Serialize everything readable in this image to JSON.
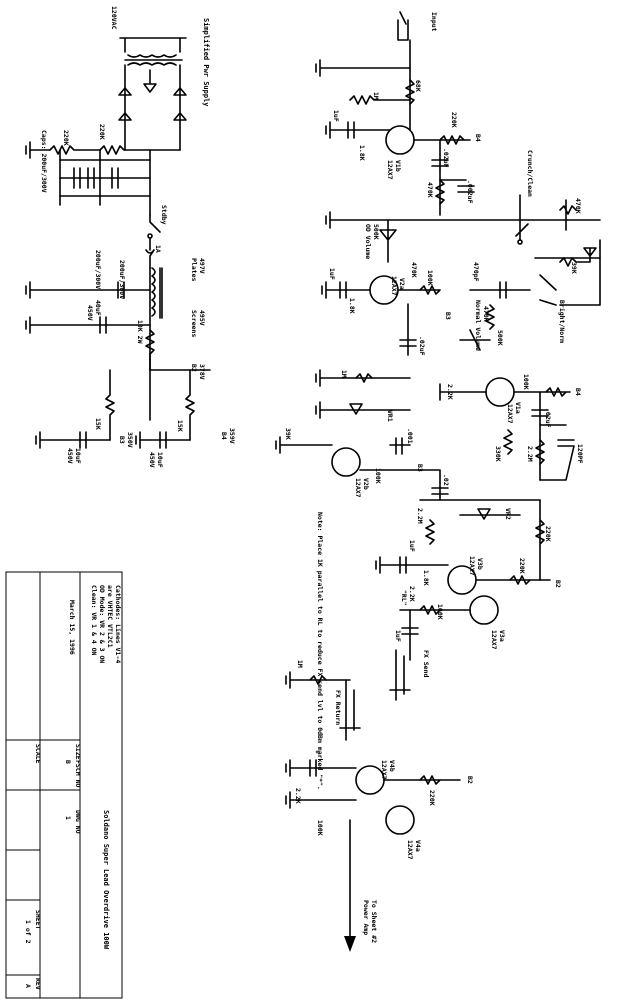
{
  "supply": {
    "title": "Simplified Pwr Supply",
    "mains": "120VAC",
    "r_top": "220K",
    "r_left": "220K",
    "caps": "Caps: 200uF/300V",
    "standby": "Stdby",
    "fuse": "1A",
    "plates_v": "497V",
    "plates_lbl": "Plates",
    "screens_v": "495V",
    "screens_lbl": "Screens",
    "c1": "200uF/300V",
    "c2": "200uF/300V",
    "r_10k": "10K 2W",
    "c_40": "40uF",
    "c_40v": "450V",
    "b2_v": "378V",
    "b2": "B2",
    "r_15k_a": "15K",
    "r_15k_b": "15K",
    "b3_v": "350V",
    "b3": "B3",
    "b4_v": "359V",
    "b4": "B4",
    "c_10a": "10uF",
    "c_10a_v": "450V",
    "c_10b": "10uF",
    "c_10b_v": "450V"
  },
  "preamp": {
    "input": "Input",
    "r_68k": "68K",
    "r_1m": "1M",
    "c_1uf_a": "1uF",
    "r_1_8k_a": "1.8K",
    "v1b": "V1b",
    "v1b_type": "12AX7",
    "r_220k_a": "220K",
    "b4_a": "B4",
    "c_02": ".02uF",
    "c_002": ".002uF",
    "r_470k_a": "470K",
    "crunch": "Crunch/Clean",
    "r_470k_b": "470K",
    "r_39k": "39K",
    "od_vol_r": "500K",
    "od_vol": "OD Volume",
    "c_470pf": "470pF",
    "r_470k_c": "470K",
    "r_500k": "500K",
    "normal_vol": "Normal Volume",
    "bright": "Bright/Norm",
    "v2a": "V2a",
    "v2a_type": "12AX7",
    "r_100k_a": "100K",
    "b3_a": "B3",
    "c_1uf_b": "1uF",
    "r_1_8k_b": "1.8K",
    "r_470k_d": "470K",
    "c_02_b": ".02uF",
    "r_1m_b": "1M",
    "vr1": "VR1",
    "v1a": "V1a",
    "v1a_type": "12AX7",
    "r_100k_b": "100K",
    "b4_b": "B4",
    "r_2_2k_a": "2.2K",
    "c_02_c": ".02uF",
    "c_120pf": "120PF",
    "r_2_2m_a": "2.2M",
    "r_330k": "330K",
    "r_39k_b": "39K",
    "c_001": ".001",
    "v2b": "V2b",
    "v2b_type": "12AX7",
    "r_100k_c": "100K",
    "b3_b": "B3",
    "c_02_d": ".02",
    "r_2_2m_b": "2.2M",
    "vr2": "VR2",
    "note": "Note: Place 1K parallel to RL to reduce FX send lvl to 0dBm marked \"*\".",
    "r_220k_b": "220K",
    "c_1uf_c": "1uF",
    "r_1_8k_c": "1.8K",
    "v3b": "V3b",
    "v3b_type": "12AX7",
    "r_220k_c": "220K",
    "b2_a": "B2",
    "r_2_2k_b": "2.2K",
    "rl": "\"RL\"",
    "r_100k_d": "100K",
    "c_1uf_d": "1uF",
    "v3a": "V3a",
    "v3a_type": "12AX7",
    "fx_send": "FX Send",
    "fx_return": "FX Return",
    "r_1m_c": "1M",
    "v4b": "V4b",
    "v4b_type": "12AX7",
    "c_star": "*",
    "r_2_2k_c": "2.2K",
    "r_100k_e": "100K",
    "r_220k_d": "220K",
    "b2_b": "B2",
    "v4a": "V4a",
    "v4a_type": "12AX7",
    "to_sheet": "To Sheet #2",
    "power_amp": "Power Amp"
  },
  "title_block": {
    "notes_1": "Cathodes: Lines V1-4",
    "notes_2": "are VHTEC VTL2C1",
    "notes_3": "OD Mode: VR 2 & 3 ON",
    "notes_4": "Clean: VR 1 & 4 ON",
    "date": "March 15, 1996",
    "size_lbl": "SIZE",
    "size_val": "B",
    "fscm_lbl": "FSCM NO",
    "dwg_lbl": "DWG NO",
    "dwg_val": "1",
    "rev_lbl": "REV",
    "rev_val": "A",
    "scale_lbl": "SCALE",
    "sheet_lbl": "SHEET",
    "sheet_val": "1 of 2",
    "title": "Soldano Super Lead Overdrive 100W"
  }
}
